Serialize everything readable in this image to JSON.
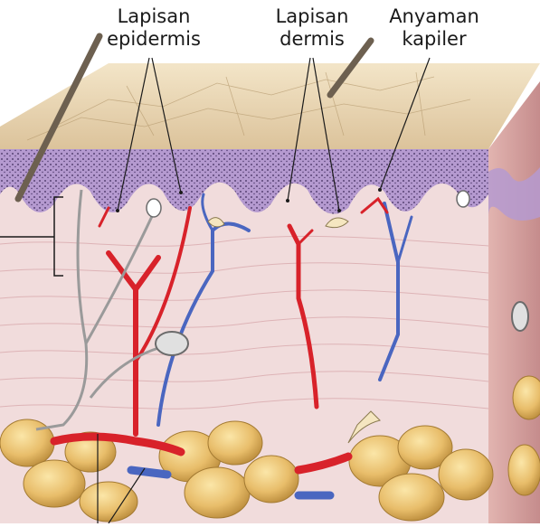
{
  "labels": {
    "epidermis": {
      "line1": "Lapisan",
      "line2": "epidermis"
    },
    "dermis": {
      "line1": "Lapisan",
      "line2": "dermis"
    },
    "capillary": {
      "line1": "Anyaman",
      "line2": "kapiler"
    }
  },
  "colors": {
    "epidermis": "#b59ad0",
    "epidermis_dots": "#3d2a5a",
    "dermis": "#f1dcdc",
    "dermis_fibers": "#d9a9ad",
    "top_surface": "#e6d2b0",
    "right_face": "#d8a8a8",
    "fat": "#e8bd6a",
    "artery": "#d8222a",
    "vein": "#4a66c0",
    "nerve": "#9a9a9a",
    "probe": "#8a7a60"
  }
}
